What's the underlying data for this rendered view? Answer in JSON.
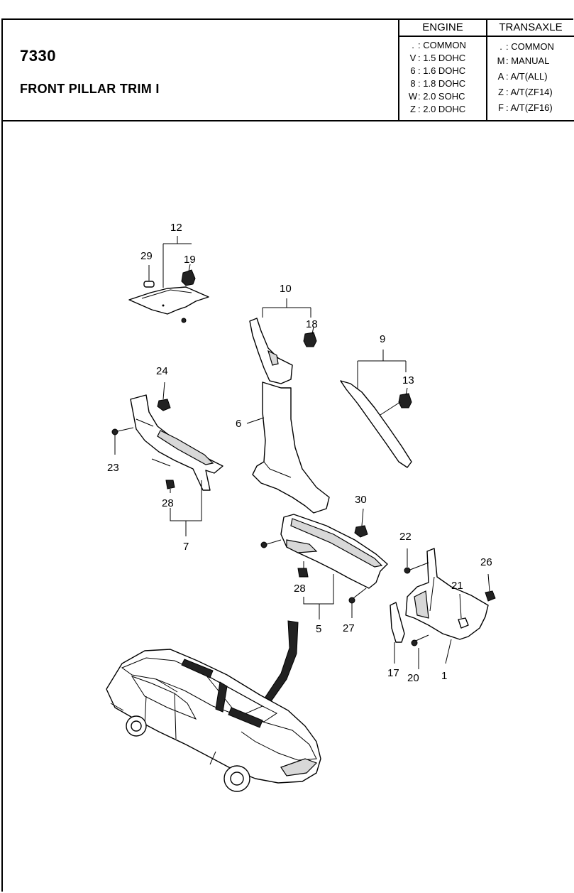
{
  "header": {
    "code": "7330",
    "title": "FRONT PILLAR TRIM I",
    "engine": {
      "heading": "ENGINE",
      "items": [
        {
          "key": ".",
          "value": ": COMMON"
        },
        {
          "key": "V",
          "value": ": 1.5 DOHC"
        },
        {
          "key": "6",
          "value": ": 1.6 DOHC"
        },
        {
          "key": "8",
          "value": ": 1.8 DOHC"
        },
        {
          "key": "W",
          "value": ": 2.0 SOHC"
        },
        {
          "key": "Z",
          "value": ": 2.0 DOHC"
        }
      ]
    },
    "transaxle": {
      "heading": "TRANSAXLE",
      "items": [
        {
          "key": ".",
          "value": ": COMMON"
        },
        {
          "key": "M",
          "value": ": MANUAL"
        },
        {
          "key": "A",
          "value": ": A/T(ALL)"
        },
        {
          "key": "Z",
          "value": ": A/T(ZF14)"
        },
        {
          "key": "F",
          "value": ": A/T(ZF16)"
        }
      ]
    }
  },
  "callouts": {
    "c1": "1",
    "c5": "5",
    "c6": "6",
    "c7": "7",
    "c9": "9",
    "c10": "10",
    "c12": "12",
    "c13": "13",
    "c17": "17",
    "c18": "18",
    "c19": "19",
    "c20": "20",
    "c21": "21",
    "c22": "22",
    "c23": "23",
    "c24": "24",
    "c26": "26",
    "c27": "27",
    "c28a": "28",
    "c28b": "28",
    "c29": "29",
    "c30": "30"
  },
  "colors": {
    "line": "#000000",
    "background": "#ffffff",
    "shade": "#d8d8d8"
  }
}
